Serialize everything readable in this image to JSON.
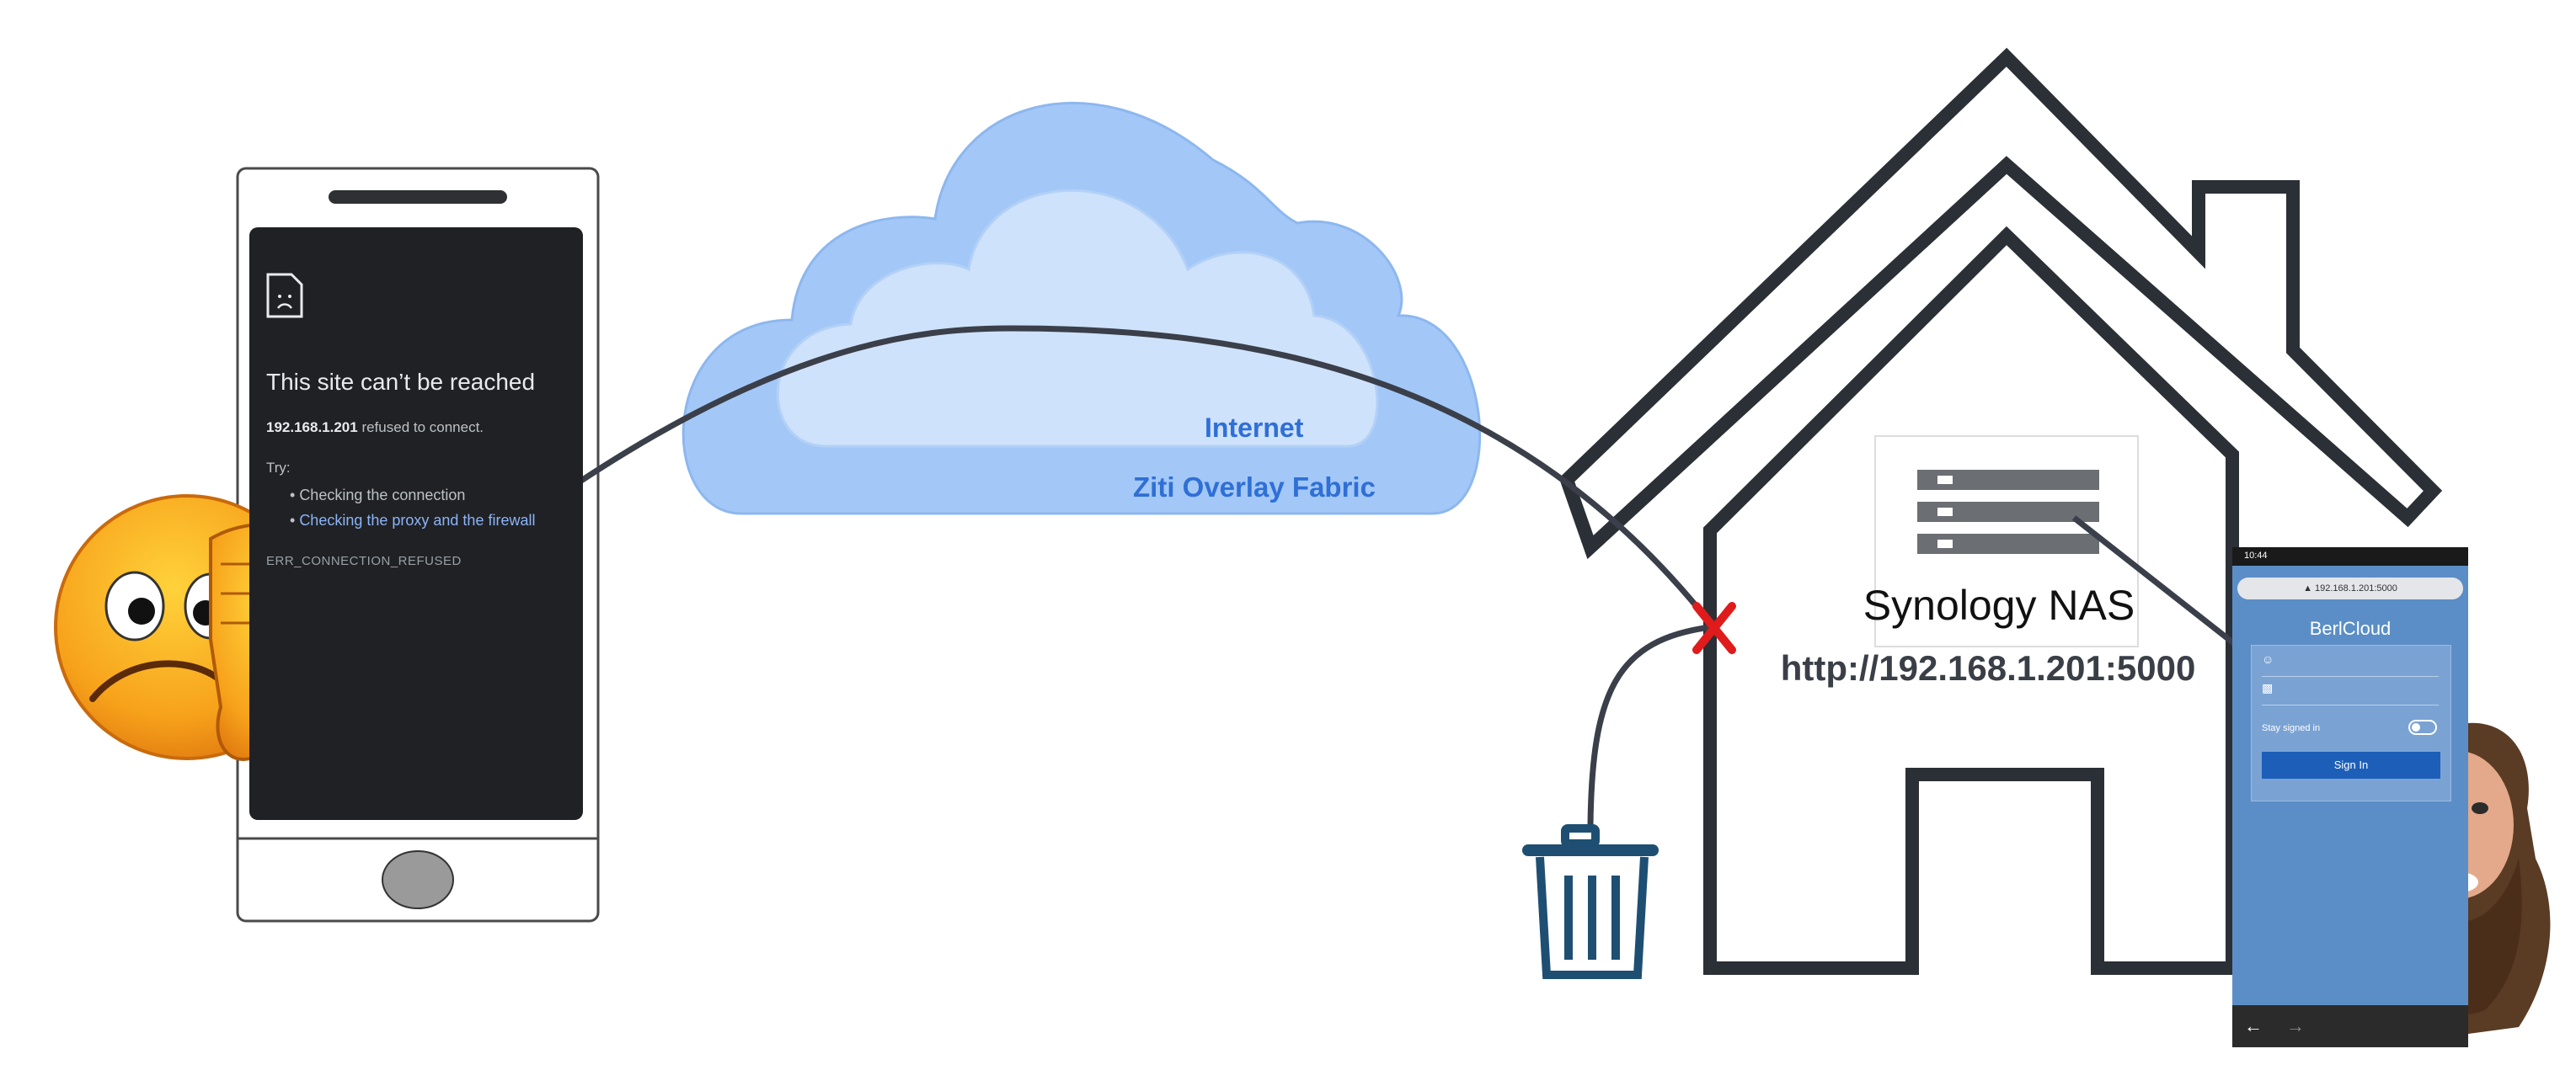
{
  "left_phone": {
    "error_title": "This site can’t be reached",
    "ip": "192.168.1.201",
    "ip_suffix": " refused to connect.",
    "try_label": "Try:",
    "bullet_1": "Checking the connection",
    "bullet_2": "Checking the proxy and the firewall",
    "error_code": "ERR_CONNECTION_REFUSED"
  },
  "cloud": {
    "internet_label": "Internet",
    "fabric_label": "Ziti Overlay Fabric"
  },
  "nas": {
    "name": "Synology NAS",
    "url": "http://192.168.1.201:5000"
  },
  "right_phone": {
    "time": "10:44",
    "url": "▲ 192.168.1.201:5000",
    "app_title": "BerlCloud",
    "stay_signed_in": "Stay signed in",
    "sign_in": "Sign In"
  },
  "colors": {
    "cloud_outer": "#a3c8f7",
    "cloud_inner": "#cfe2fb",
    "label_blue": "#2f6fd6",
    "house_stroke": "#2b2f36",
    "blocked_x": "#e01b1b",
    "trash": "#1e4f73"
  }
}
